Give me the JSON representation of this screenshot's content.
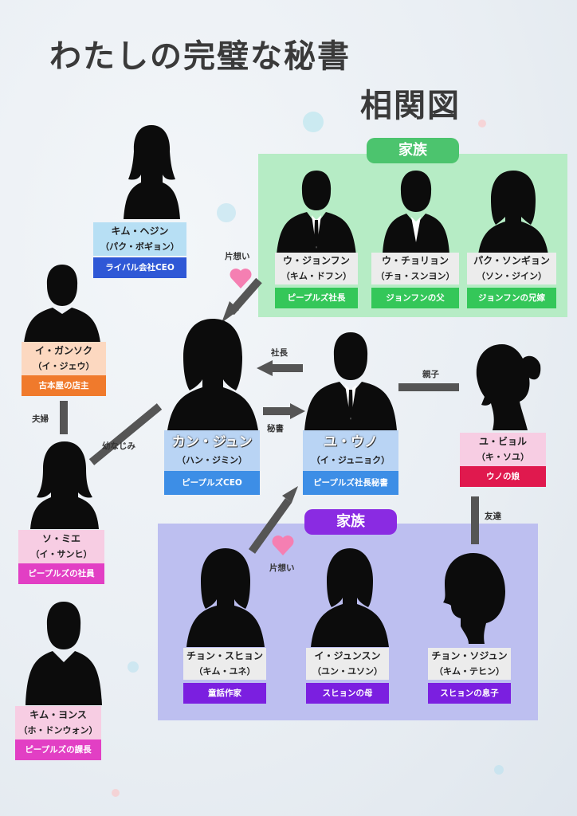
{
  "title": {
    "line1": "わたしの完璧な秘書",
    "line2": "相関図"
  },
  "groups": {
    "family_top": "家族",
    "family_bottom": "家族"
  },
  "people": {
    "kim_hejin": {
      "name": "キム・ヘジン",
      "actor": "（パク・ボギョン）",
      "role": "ライバル会社CEO"
    },
    "u_jonfun": {
      "name": "ウ・ジョンフン",
      "actor": "（キム・ドフン）",
      "role": "ピープルズ社長"
    },
    "u_choryon": {
      "name": "ウ・チョリョン",
      "actor": "（チョ・スンヨン）",
      "role": "ジョンフンの父"
    },
    "paku_songyon": {
      "name": "パク・ソンギョン",
      "actor": "（ソン・ジイン）",
      "role": "ジョンフンの兄嫁"
    },
    "i_gansok": {
      "name": "イ・ガンソク",
      "actor": "（イ・ジェウ）",
      "role": "古本屋の店主"
    },
    "kan_jun": {
      "name": "カン・ジュン",
      "actor": "（ハン・ジミン）",
      "role": "ピープルズCEO"
    },
    "yu_uno": {
      "name": "ユ・ウノ",
      "actor": "（イ・ジュニョク）",
      "role": "ピープルズ社長秘書"
    },
    "yu_byoru": {
      "name": "ユ・ビョル",
      "actor": "（キ・ソユ）",
      "role": "ウノの娘"
    },
    "so_mie": {
      "name": "ソ・ミエ",
      "actor": "（イ・サンヒ）",
      "role": "ピープルズの社員"
    },
    "chon_suhyon": {
      "name": "チョン・スヒョン",
      "actor": "（キム・ユネ）",
      "role": "童話作家"
    },
    "i_junsun": {
      "name": "イ・ジュンスン",
      "actor": "（ユン・ユソン）",
      "role": "スヒョンの母"
    },
    "chon_sojun": {
      "name": "チョン・ソジュン",
      "actor": "（キム・テヒン）",
      "role": "スヒョンの息子"
    },
    "kim_yonsu": {
      "name": "キム・ヨンス",
      "actor": "（ホ・ドンウォン）",
      "role": "ピープルズの課長"
    }
  },
  "relations": {
    "kataomoi_top": "片想い",
    "kataomoi_bottom": "片想い",
    "shacho": "社長",
    "hisho": "秘書",
    "oyako": "親子",
    "fufu": "夫婦",
    "osananajimi": "幼なじみ",
    "tomodachi": "友達"
  },
  "colors": {
    "family_green": "#b6ecc5",
    "family_green_badge": "#4cc46e",
    "family_purple": "#bdbff0",
    "family_purple_badge": "#8a2be2",
    "role_green": "#34c759",
    "role_blue": "#2f58d6",
    "role_orange": "#f07a2c",
    "role_sky": "#3d8ee6",
    "role_pink": "#e23fc4",
    "role_red": "#e0194e",
    "role_purple": "#7b1fe0",
    "heart": "#f57fb2"
  }
}
